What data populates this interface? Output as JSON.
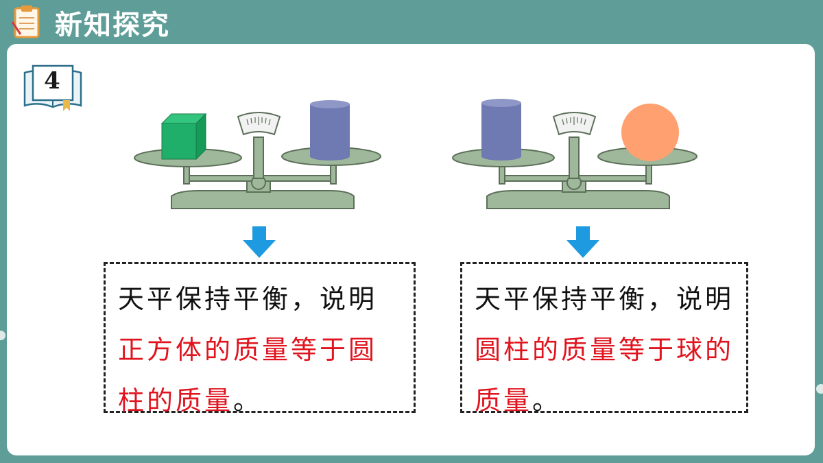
{
  "header": {
    "title": "新知探究",
    "icon": "clipboard-icon"
  },
  "badge": {
    "number": "4",
    "icon": "open-book-icon"
  },
  "colors": {
    "background": "#5f9e98",
    "scale": "#9fb79a",
    "cube": "#1faf6a",
    "cylinder": "#6f7ab3",
    "ball": "#ffa070",
    "arrow": "#1e9be0",
    "highlight": "#e0141e"
  },
  "left_card": {
    "text_black": "天平保持平衡，说明",
    "text_red": "正方体的质量等于圆柱的质量",
    "text_end": "。"
  },
  "right_card": {
    "text_black": "天平保持平衡，说明",
    "text_red": "圆柱的质量等于球的质量",
    "text_end": "。"
  }
}
